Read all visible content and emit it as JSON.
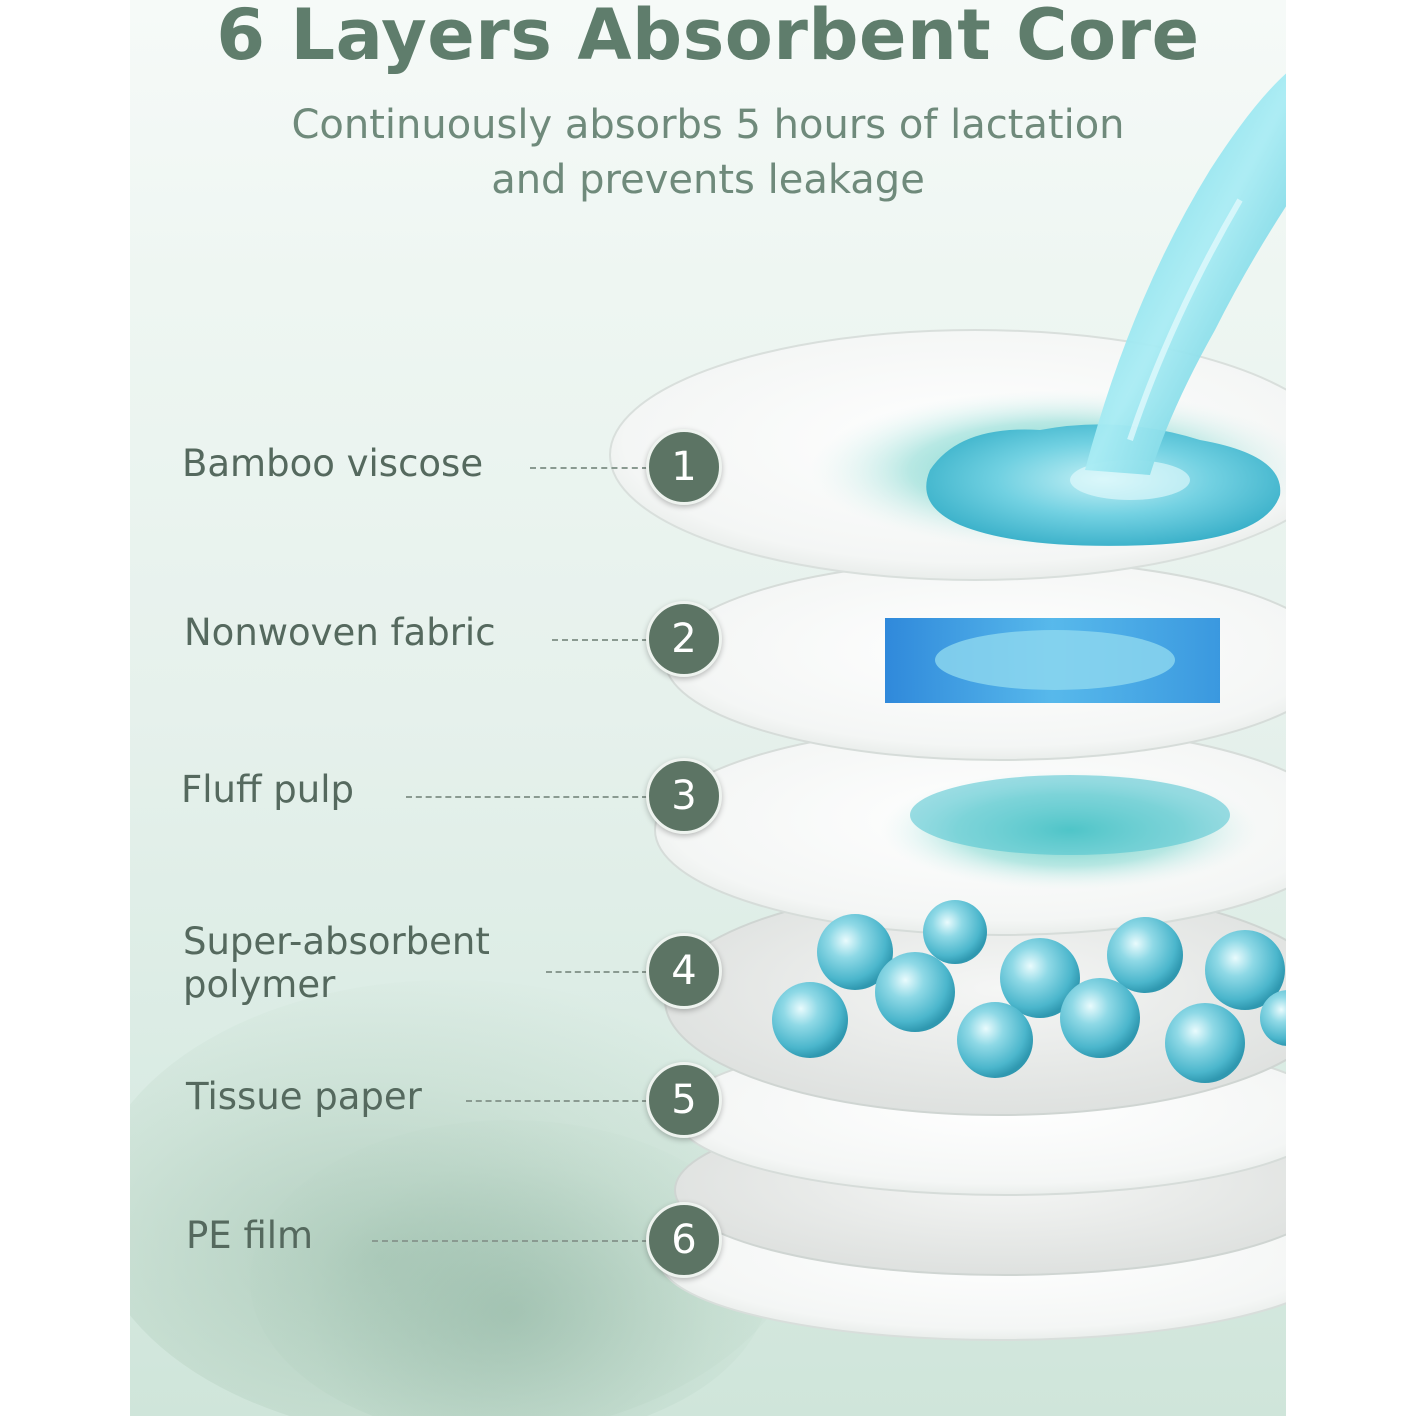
{
  "header": {
    "title": "6 Layers Absorbent Core",
    "subtitle_line1": "Continuously absorbs 5 hours of lactation",
    "subtitle_line2": "and prevents leakage"
  },
  "layers": [
    {
      "number": "1",
      "label": "Bamboo viscose"
    },
    {
      "number": "2",
      "label": "Nonwoven fabric"
    },
    {
      "number": "3",
      "label": "Fluff pulp"
    },
    {
      "number": "4",
      "label_line1": "Super-absorbent",
      "label_line2": "polymer"
    },
    {
      "number": "5",
      "label": "Tissue paper"
    },
    {
      "number": "6",
      "label": "PE film"
    }
  ],
  "colors": {
    "title_green": "#5f7d6c",
    "badge_green": "#5c7464",
    "water_blue": "#4fc3d6",
    "background_mint": "#e6f1ec"
  }
}
